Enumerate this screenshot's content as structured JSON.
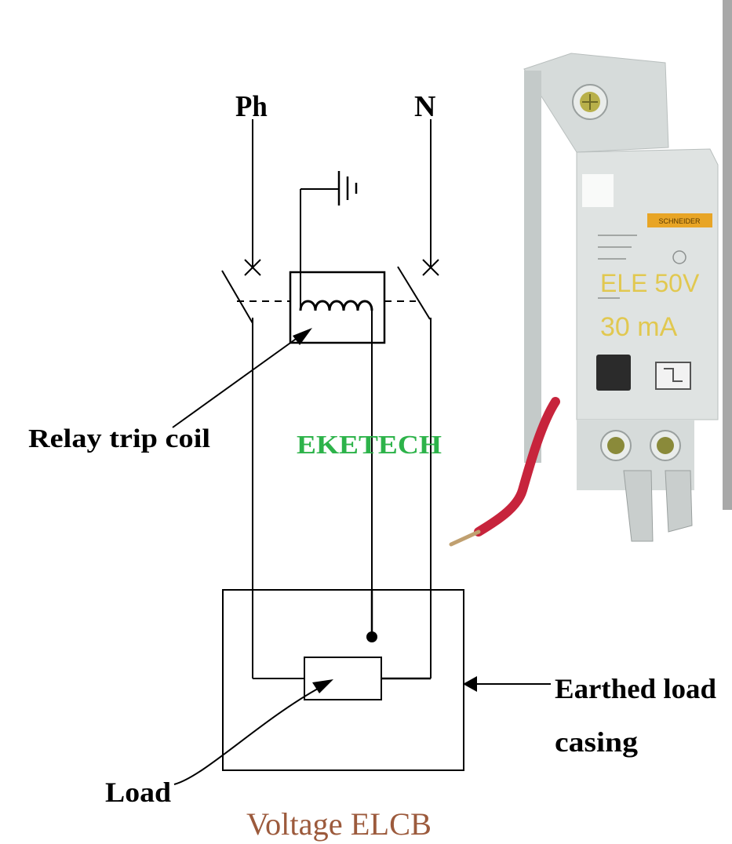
{
  "labels": {
    "phase": "Ph",
    "neutral": "N",
    "relay_trip_coil": "Relay trip coil",
    "watermark": "EKETECH",
    "earthed_load_line1": "Earthed load",
    "earthed_load_line2": "casing",
    "load": "Load",
    "caption": "Voltage ELCB"
  },
  "device_photo": {
    "rating_line1": "ELE 50V",
    "rating_line2": "30 mA",
    "brand_tag": "SCHNEIDER"
  },
  "colors": {
    "line": "#000000",
    "watermark": "#2db34a",
    "caption": "#9c5a3c",
    "device_body": "#dfe3e2",
    "device_shadow": "#b9bfbe",
    "wire_red": "#c7243c",
    "rating_text": "#e2c437",
    "brand_tag_bg": "#e8a526",
    "screw": "#b8b04a",
    "frame_gray": "#a8a8a8"
  },
  "icons": {
    "earth": "ground-symbol",
    "switch": "switch-contact-symbol",
    "coil": "inductor-coil-symbol",
    "arrow": "arrowhead"
  }
}
